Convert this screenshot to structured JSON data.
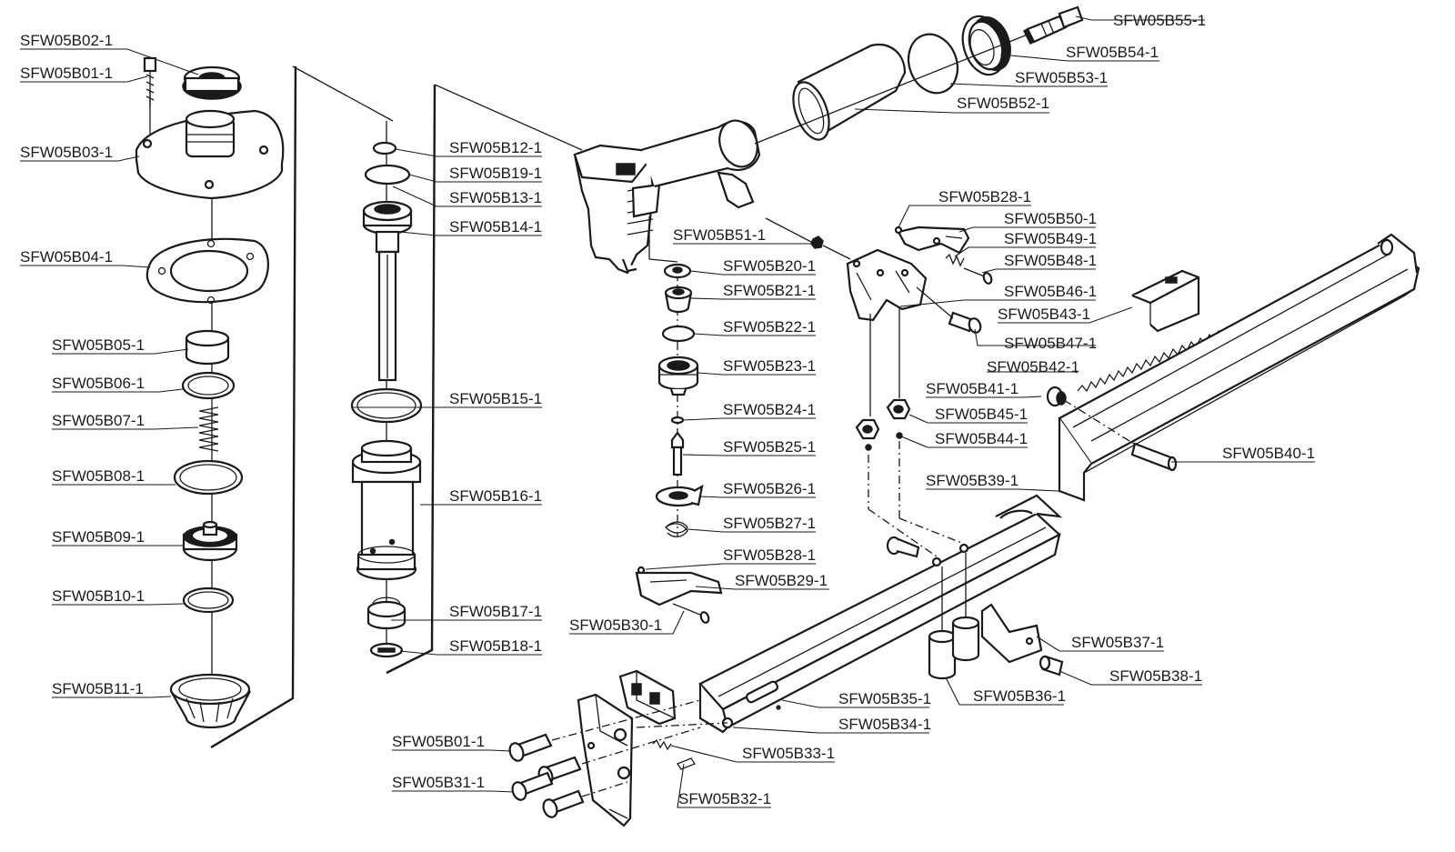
{
  "labels": {
    "b02_top": "SFW05B02-1",
    "b01_top": "SFW05B01-1",
    "b03": "SFW05B03-1",
    "b04": "SFW05B04-1",
    "b05": "SFW05B05-1",
    "b06": "SFW05B06-1",
    "b07": "SFW05B07-1",
    "b08": "SFW05B08-1",
    "b09": "SFW05B09-1",
    "b10": "SFW05B10-1",
    "b11": "SFW05B11-1",
    "b12": "SFW05B12-1",
    "b19": "SFW05B19-1",
    "b13": "SFW05B13-1",
    "b14": "SFW05B14-1",
    "b15": "SFW05B15-1",
    "b16": "SFW05B16-1",
    "b17": "SFW05B17-1",
    "b18": "SFW05B18-1",
    "b51": "SFW05B51-1",
    "b20": "SFW05B20-1",
    "b21": "SFW05B21-1",
    "b22": "SFW05B22-1",
    "b23": "SFW05B23-1",
    "b24": "SFW05B24-1",
    "b25": "SFW05B25-1",
    "b26": "SFW05B26-1",
    "b27": "SFW05B27-1",
    "b28_low": "SFW05B28-1",
    "b29": "SFW05B29-1",
    "b30": "SFW05B30-1",
    "b55": "SFW05B55-1",
    "b54": "SFW05B54-1",
    "b53": "SFW05B53-1",
    "b52": "SFW05B52-1",
    "b28_up": "SFW05B28-1",
    "b50": "SFW05B50-1",
    "b49": "SFW05B49-1",
    "b48": "SFW05B48-1",
    "b46": "SFW05B46-1",
    "b43": "SFW05B43-1",
    "b47": "SFW05B47-1",
    "b42": "SFW05B42-1",
    "b41": "SFW05B41-1",
    "b45": "SFW05B45-1",
    "b44": "SFW05B44-1",
    "b40": "SFW05B40-1",
    "b39": "SFW05B39-1",
    "b37": "SFW05B37-1",
    "b38": "SFW05B38-1",
    "b35": "SFW05B35-1",
    "b36": "SFW05B36-1",
    "b34": "SFW05B34-1",
    "b33": "SFW05B33-1",
    "b01_low": "SFW05B01-1",
    "b31": "SFW05B31-1",
    "b32": "SFW05B32-1"
  }
}
